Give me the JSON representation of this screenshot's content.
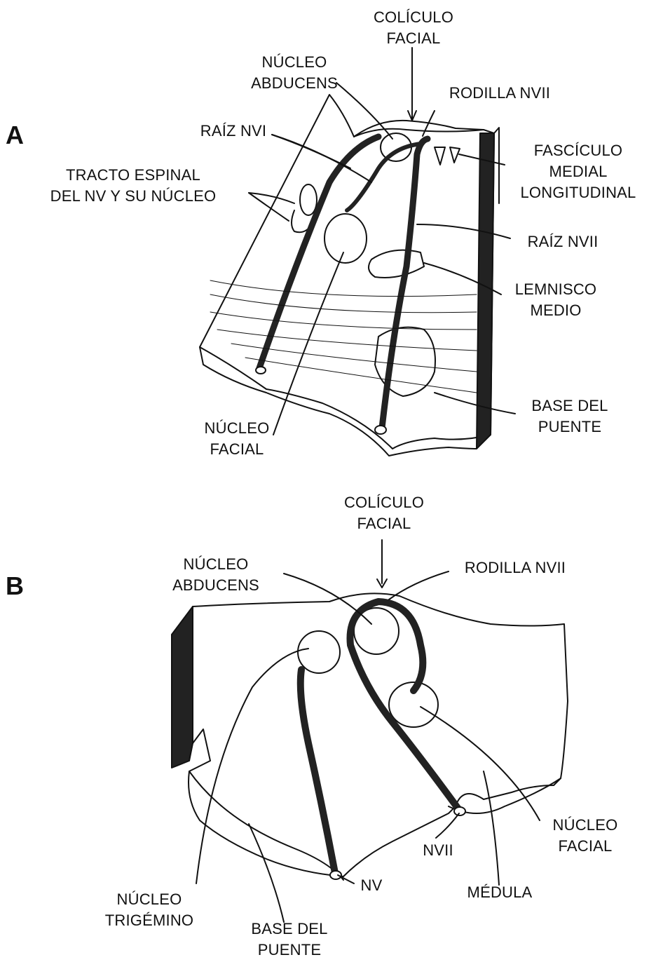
{
  "panel_a": {
    "letter": "A",
    "labels": {
      "coliculo_facial": [
        "COLÍCULO",
        "FACIAL"
      ],
      "nucleo_abducens": [
        "NÚCLEO",
        "ABDUCENS"
      ],
      "rodilla_nvii": [
        "RODILLA NVII"
      ],
      "raiz_nvi": [
        "RAÍZ NVI"
      ],
      "fasciculo": [
        "FASCÍCULO",
        "MEDIAL",
        "LONGITUDINAL"
      ],
      "tracto_espinal": [
        "TRACTO ESPINAL",
        "DEL NV Y SU NÚCLEO"
      ],
      "raiz_nvii": [
        "RAÍZ NVII"
      ],
      "lemnisco": [
        "LEMNISCO",
        "MEDIO"
      ],
      "base_puente": [
        "BASE DEL",
        "PUENTE"
      ],
      "nucleo_facial": [
        "NÚCLEO",
        "FACIAL"
      ]
    }
  },
  "panel_b": {
    "letter": "B",
    "labels": {
      "coliculo_facial": [
        "COLÍCULO",
        "FACIAL"
      ],
      "nucleo_abducens": [
        "NÚCLEO",
        "ABDUCENS"
      ],
      "rodilla_nvii": [
        "RODILLA NVII"
      ],
      "nucleo_facial": [
        "NÚCLEO",
        "FACIAL"
      ],
      "nvii": [
        "NVII"
      ],
      "nv": [
        "NV"
      ],
      "medula": [
        "MÉDULA"
      ],
      "nucleo_trigemino": [
        "NÚCLEO",
        "TRIGÉMINO"
      ],
      "base_puente": [
        "BASE DEL",
        "PUENTE"
      ]
    }
  }
}
